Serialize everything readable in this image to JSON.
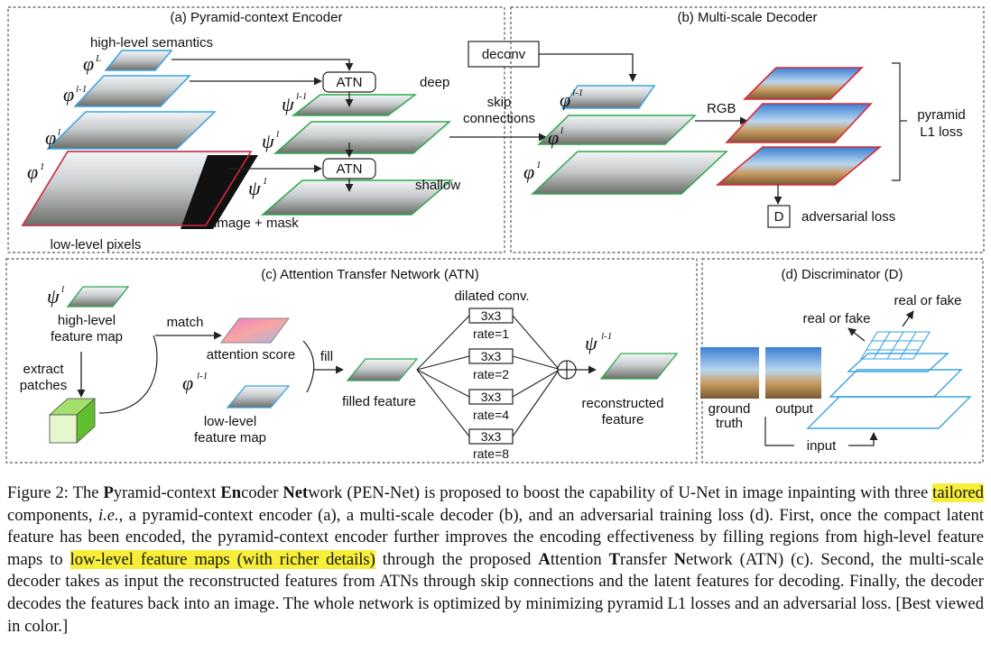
{
  "figure": {
    "panel_a": {
      "title": "(a) Pyramid-context Encoder",
      "high_level_semantics": "high-level semantics",
      "low_level_pixels": "low-level pixels",
      "image_mask": "image + mask",
      "atn_top": "ATN",
      "atn_bottom": "ATN",
      "deep": "deep",
      "shallow": "shallow",
      "phi_L_sup": "L",
      "phi_l1_sup": "l-1",
      "phi_l_sup": "l",
      "phi_1_sup": "1",
      "psi_l1_sup": "l-1",
      "psi_l_sup": "l",
      "psi_1_sup": "1"
    },
    "deconv": "deconv",
    "skip_connections_1": "skip",
    "skip_connections_2": "connections",
    "panel_b": {
      "title": "(b) Multi-scale Decoder",
      "rgb": "RGB",
      "pyramid_1": "pyramid",
      "pyramid_2": "L1 loss",
      "d_box": "D",
      "adversarial_loss": "adversarial loss",
      "varphi_l1_sup": "l-1",
      "varphi_l_sup": "l",
      "varphi_1_sup": "1"
    },
    "panel_c": {
      "title": "(c) Attention Transfer Network (ATN)",
      "high_level_1": "high-level",
      "high_level_2": "feature map",
      "match": "match",
      "attention_score": "attention score",
      "extract_1": "extract",
      "extract_2": "patches",
      "low_level_1": "low-level",
      "low_level_2": "feature map",
      "fill": "fill",
      "filled_feature": "filled feature",
      "dilated_conv": "dilated conv.",
      "conv_kernel": "3x3",
      "rates": [
        "rate=1",
        "rate=2",
        "rate=4",
        "rate=8"
      ],
      "reconstructed_1": "reconstructed",
      "reconstructed_2": "feature",
      "psi_l_sup": "l",
      "phi_l1_sup": "l-1",
      "psi_out_sup": "l-1"
    },
    "panel_d": {
      "title": "(d) Discriminator (D)",
      "real_or_fake_1": "real or fake",
      "real_or_fake_2": "real or fake",
      "ground_1": "ground",
      "ground_2": "truth",
      "output": "output",
      "input": "input"
    }
  },
  "caption": {
    "label": "Figure 2: The ",
    "p_bold": "P",
    "p_rest": "yramid-context ",
    "en_bold": "En",
    "en_rest": "coder ",
    "net_bold": "Net",
    "net_rest": "work (PEN-Net) is proposed to boost the capability of U-Net in image inpainting with three ",
    "tailored": "tailored",
    "after_tailored": " components, ",
    "ie": "i.e.",
    "after_ie": ", a pyramid-context encoder (a), a multi-scale decoder (b), and an adversarial training loss (d). First, once the compact latent feature has been encoded, the pyramid-context encoder further improves the encoding effectiveness by filling regions from high-level feature maps to ",
    "highlight2": "low-level feature maps (with richer details)",
    "after_hl2": " through the proposed ",
    "a_bold": "A",
    "a_rest": "ttention ",
    "t_bold": "T",
    "t_rest": "ransfer ",
    "n_bold": "N",
    "n_rest": "etwork (ATN) (c). Second, the multi-scale decoder takes as input the reconstructed features from ATNs through skip connections and the latent features for decoding. Finally, the decoder decodes the features back into an image. The whole network is optimized by minimizing pyramid L1 losses and an adversarial loss. [Best viewed in color.]"
  }
}
